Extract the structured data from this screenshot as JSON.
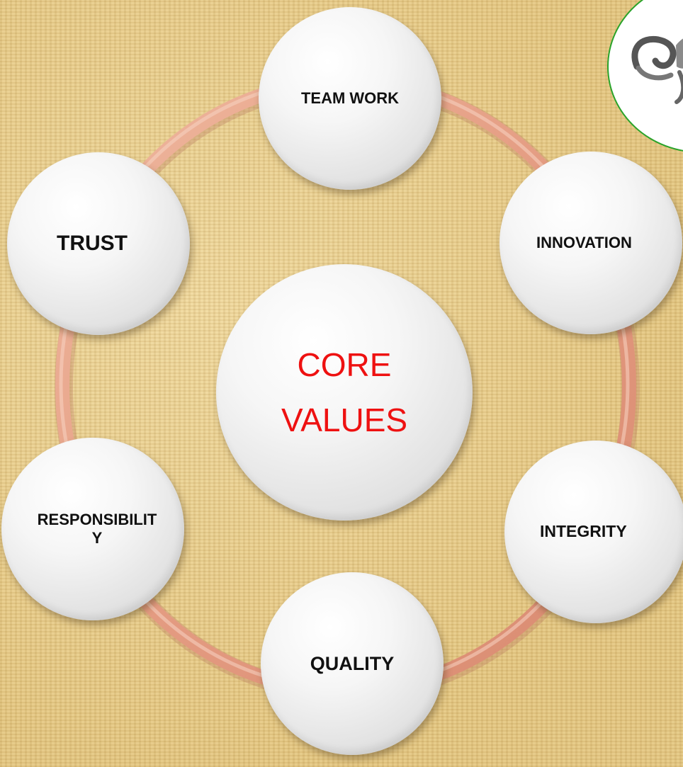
{
  "diagram": {
    "center": {
      "lines": [
        "CORE",
        "VALUES"
      ],
      "color": "#ee1111"
    },
    "values": [
      {
        "label": "TEAM WORK"
      },
      {
        "label": "INNOVATION"
      },
      {
        "label": "INTEGRITY"
      },
      {
        "label": "QUALITY"
      },
      {
        "label": "RESPONSIBILITY"
      },
      {
        "label": "TRUST"
      }
    ],
    "colors": {
      "ring": "#e8a98e",
      "logo_border": "#2aa32a",
      "label_text": "#111111"
    },
    "logo": {
      "icon": "bird-logo-icon"
    }
  }
}
